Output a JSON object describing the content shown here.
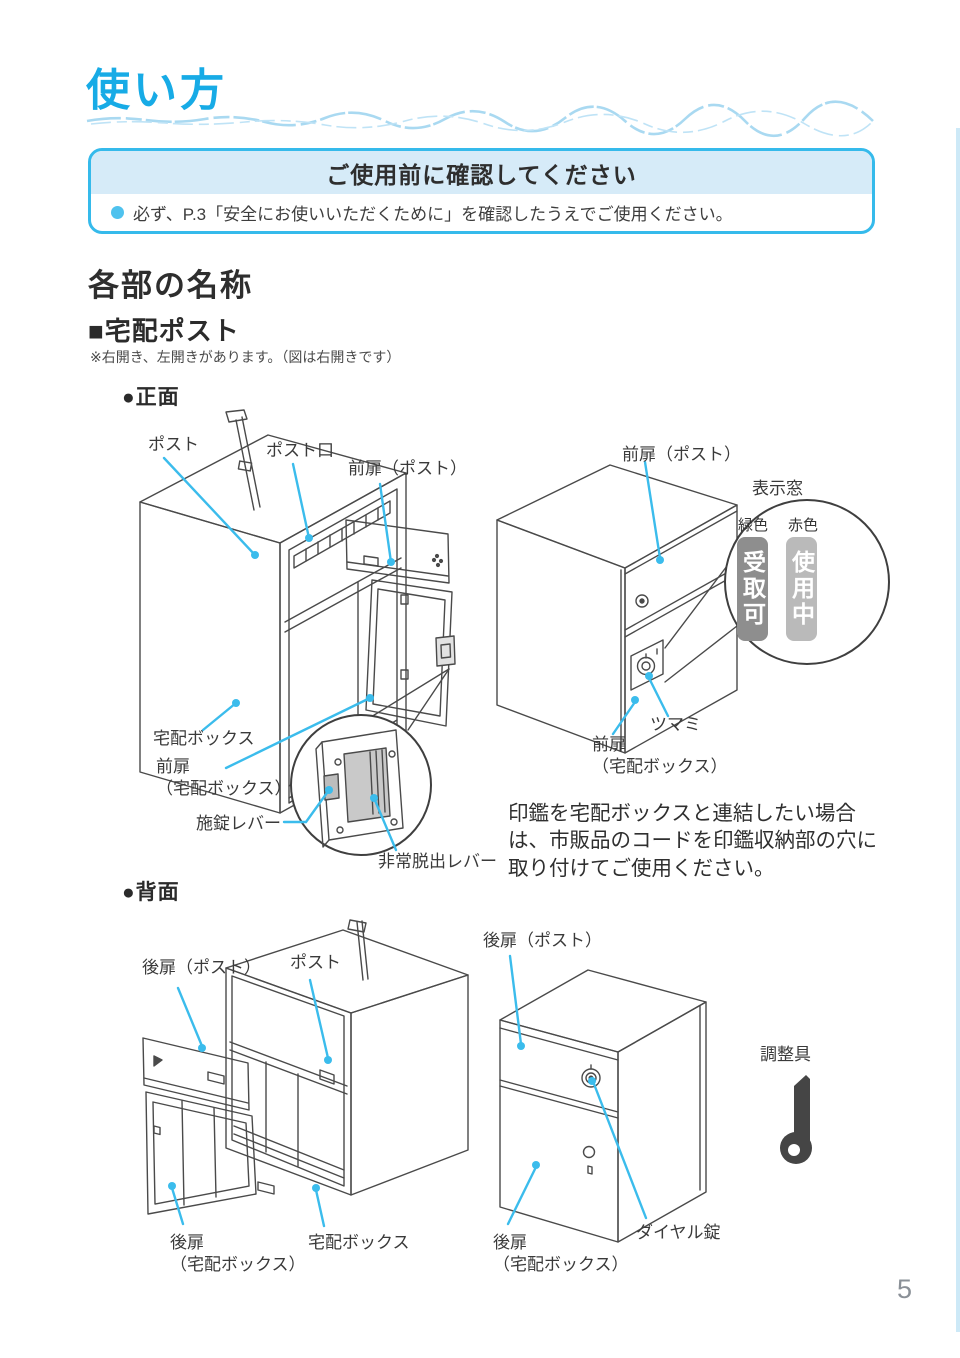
{
  "page": {
    "title": "使い方",
    "number": "5"
  },
  "notice": {
    "title": "ご使用前に確認してください",
    "text": "必ず、P.3「安全にお使いいただくために」を確認したうえでご使用ください。"
  },
  "parts_section": {
    "heading": "各部の名称",
    "subheading": "■宅配ポスト",
    "note": "※右開き、左開きがあります。（図は右開きです）"
  },
  "front": {
    "label": "●正面",
    "open_view": {
      "post": "ポスト",
      "post_slot": "ポスト口",
      "front_door_post": "前扉（ポスト）",
      "delivery_box": "宅配ボックス",
      "front_door_box": "前扉\n（宅配ボックス）",
      "lock_lever": "施錠レバー",
      "emergency_lever": "非常脱出レバー"
    },
    "closed_view": {
      "front_door_post": "前扉（ポスト）",
      "display_window": "表示窓",
      "green_label": "緑色",
      "red_label": "赤色",
      "green_status": "受取可",
      "red_status": "使用中",
      "knob": "ツマミ",
      "front_door_box": "前扉\n（宅配ボックス）"
    },
    "note": "印鑑を宅配ボックスと連結したい場合は、市販品のコードを印鑑収納部の穴に取り付けてご使用ください。"
  },
  "back": {
    "label": "●背面",
    "open_view": {
      "rear_door_post": "後扉（ポスト）",
      "post": "ポスト",
      "rear_door_box": "後扉\n（宅配ボックス）",
      "delivery_box": "宅配ボックス"
    },
    "closed_view": {
      "rear_door_post": "後扉（ポスト）",
      "dial_lock": "ダイヤル錠",
      "rear_door_box": "後扉\n（宅配ボックス）"
    },
    "tool": "調整具"
  },
  "colors": {
    "accent": "#17ABE6",
    "notice_border": "#35BAEB",
    "notice_header_bg": "#D6EBF8",
    "leader_line": "#3BBCEC",
    "green_status_pill": "#8E8E8E",
    "red_status_pill": "#BABABA",
    "line_art": "#4a4a4a"
  }
}
